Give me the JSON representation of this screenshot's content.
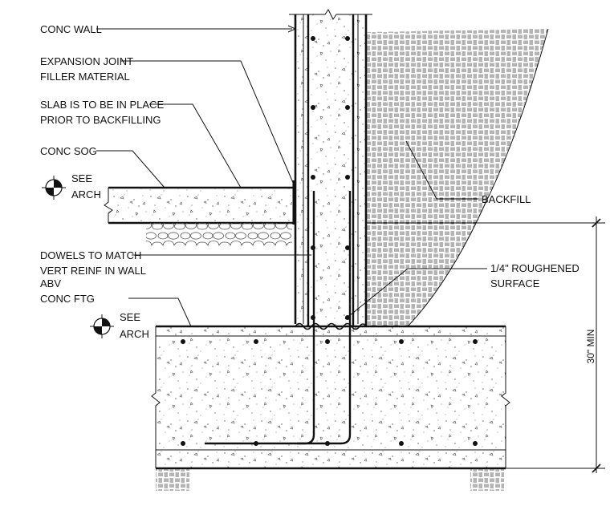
{
  "labels": {
    "conc_wall": "CONC WALL",
    "expansion_joint_1": "EXPANSION JOINT",
    "expansion_joint_2": "FILLER MATERIAL",
    "slab_note_1": "SLAB IS TO BE IN PLACE",
    "slab_note_2": "PRIOR TO BACKFILLING",
    "conc_sog": "CONC SOG",
    "dowels_1": "DOWELS TO MATCH",
    "dowels_2": "VERT REINF IN WALL",
    "dowels_3": "ABV",
    "conc_ftg": "CONC FTG",
    "backfill": "BACKFILL",
    "roughened_1": "1/4\" ROUGHENED",
    "roughened_2": "SURFACE",
    "dimension": "30\" MIN"
  },
  "section_markers": [
    {
      "line1": "SEE",
      "line2": "ARCH"
    },
    {
      "line1": "SEE",
      "line2": "ARCH"
    }
  ]
}
